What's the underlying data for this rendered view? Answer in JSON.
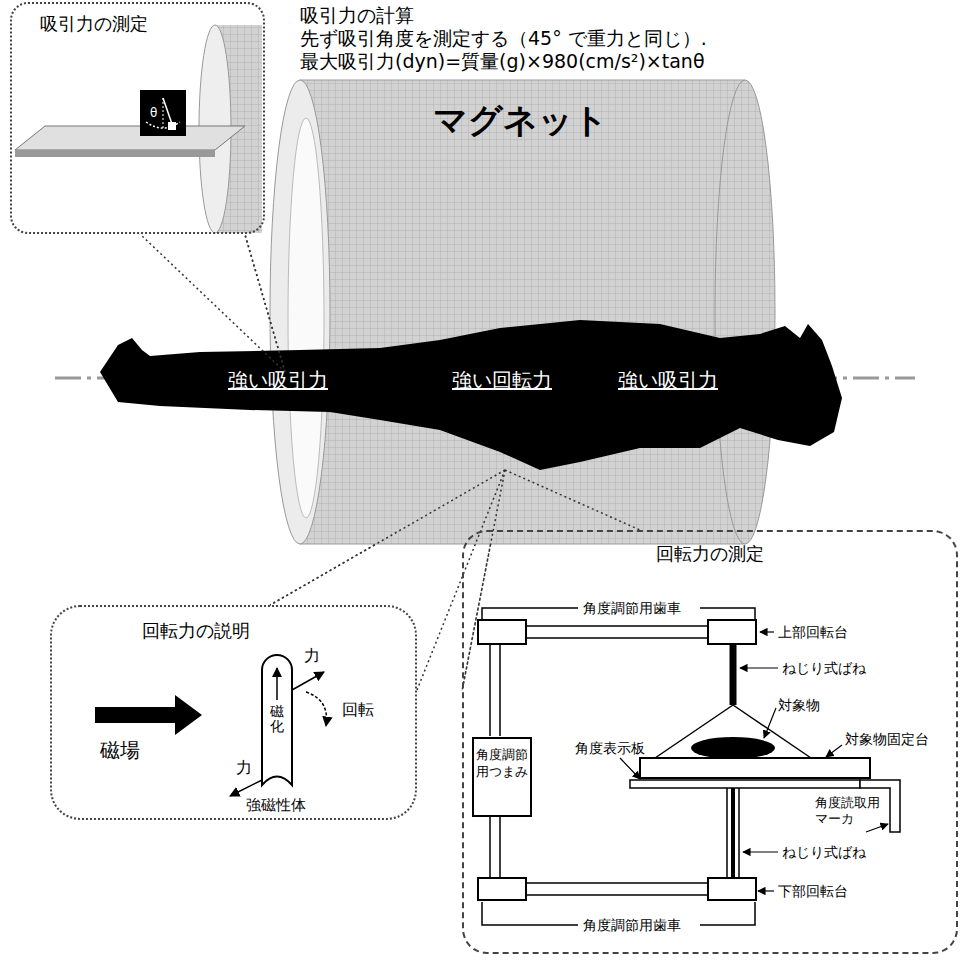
{
  "diagram": {
    "nodes": [
      {
        "text": [
          "吸引力の測定"
        ]
      },
      {
        "text": [
          "マグネット"
        ]
      },
      {
        "text": [
          "回転力の説明"
        ]
      },
      {
        "text": [
          "回転力の測定"
        ]
      },
      {
        "text": [
          "角度調節用つまみ"
        ],
        "in": 3
      }
    ],
    "edges": [
      {
        "from": 1,
        "to": 0,
        "arrow": "none"
      },
      {
        "from": 1,
        "to": 2,
        "arrow": "none"
      },
      {
        "from": 1,
        "to": 3,
        "arrow": "none"
      }
    ],
    "labels": [
      "吸引力の計算",
      "先ず吸引角度を測定する（45° で重力と同じ）.",
      "最大吸引力(dyn)=質量(g)×980(cm/s²)×tanθ",
      "θ",
      "強い吸引力",
      "強い回転力",
      "強い吸引力",
      "力",
      "磁場",
      "磁化",
      "回転",
      "力",
      "強磁性体",
      "角度調節用歯車",
      "上部回転台",
      "ねじり式ばね",
      "対象物",
      "対象物固定台",
      "角度表示板",
      "角度読取用マーカ",
      "ねじり式ばね",
      "下部回転台",
      "角度調節用歯車"
    ]
  }
}
